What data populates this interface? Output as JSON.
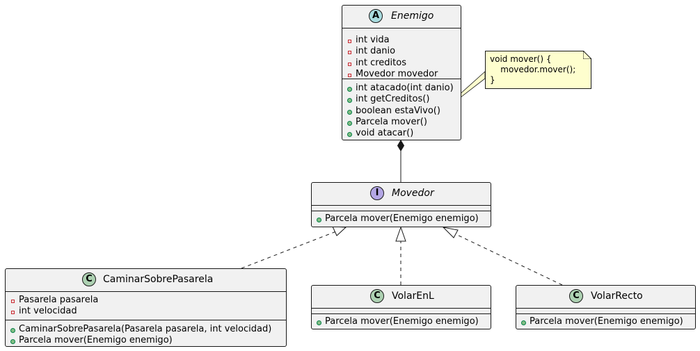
{
  "classes": {
    "enemigo": {
      "name": "Enemigo",
      "badge": "A",
      "badge_color": "#a9dcdf",
      "fields": [
        "int vida",
        "int danio",
        "int creditos",
        "Movedor movedor"
      ],
      "methods": [
        "int atacado(int danio)",
        "int getCreditos()",
        "boolean estaVivo()",
        "Parcela mover()",
        "void atacar()"
      ]
    },
    "movedor": {
      "name": "Movedor",
      "badge": "I",
      "badge_color": "#b4a7e5",
      "methods": [
        "Parcela mover(Enemigo enemigo)"
      ]
    },
    "caminar": {
      "name": "CaminarSobrePasarela",
      "badge": "C",
      "badge_color": "#add1b2",
      "fields": [
        "Pasarela pasarela",
        "int velocidad"
      ],
      "methods": [
        "CaminarSobrePasarela(Pasarela pasarela, int velocidad)",
        "Parcela mover(Enemigo enemigo)"
      ]
    },
    "volarEnL": {
      "name": "VolarEnL",
      "badge": "C",
      "badge_color": "#add1b2",
      "methods": [
        "Parcela mover(Enemigo enemigo)"
      ]
    },
    "volarRecto": {
      "name": "VolarRecto",
      "badge": "C",
      "badge_color": "#add1b2",
      "methods": [
        "Parcela mover(Enemigo enemigo)"
      ]
    }
  },
  "note": {
    "lines": [
      "void mover() {",
      "    movedor.mover();",
      "}"
    ]
  },
  "colors": {
    "border": "#181818",
    "class_fill": "#f1f1f1",
    "note_fill": "#fefece",
    "private_marker": "#c82930",
    "public_marker": "#84be84"
  }
}
